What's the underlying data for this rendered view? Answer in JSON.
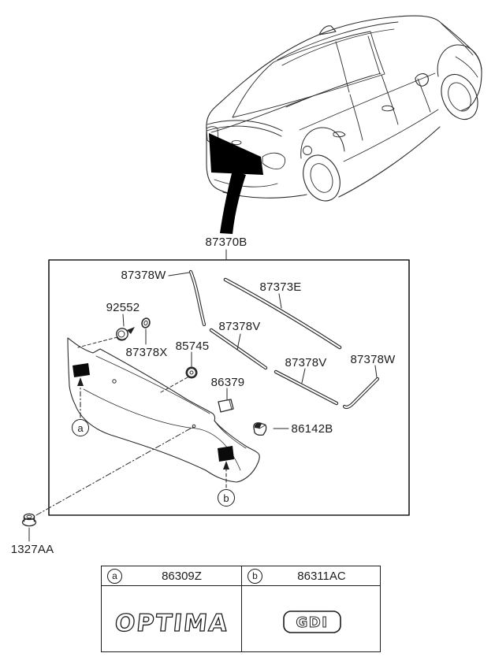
{
  "diagram": {
    "main_callout": "87370B",
    "callouts": {
      "strip_w_left": "87378W",
      "clip": "92552",
      "grommet_x": "87378X",
      "grommet": "85745",
      "molding_e": "87373E",
      "strip_v1": "87378V",
      "strip_v2": "87378V",
      "strip_w_right": "87378W",
      "pad": "86379",
      "clip_b": "86142B",
      "nut": "1327AA"
    },
    "markers": {
      "a": "a",
      "b": "b"
    },
    "legend": {
      "col_a": {
        "part_no": "86309Z",
        "emblem_text": "OPTIMA"
      },
      "col_b": {
        "part_no": "86311AC",
        "emblem_text": "GDI"
      }
    },
    "colors": {
      "line": "#1c1c1c",
      "highlight": "#000000",
      "bg": "#ffffff"
    }
  }
}
